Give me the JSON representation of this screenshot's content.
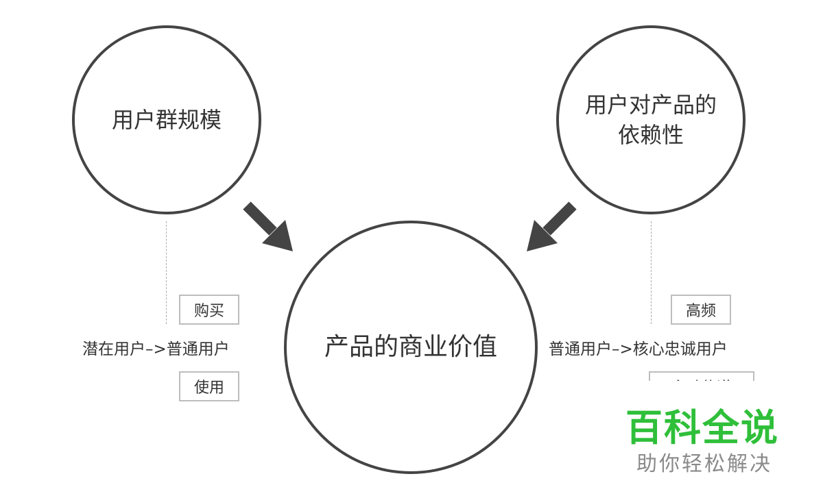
{
  "circles": {
    "left": "用户群规模",
    "right": "用户对产品的\n依赖性",
    "center": "产品的商业价值"
  },
  "left_branch": {
    "top_tag": "购买",
    "flow": "潜在用户–>普通用户",
    "bottom_tag": "使用"
  },
  "right_branch": {
    "top_tag": "高频",
    "flow": "普通用户–>核心忠诚用户",
    "bottom_tag": "主动传递"
  },
  "watermark": {
    "title": "百科全说",
    "subtitle": "助你轻松解决"
  },
  "colors": {
    "stroke": "#444444",
    "tag_border": "#bdbdbd",
    "brand_green": "#2fbf3a",
    "subtitle_gray": "#8a8a8a"
  }
}
